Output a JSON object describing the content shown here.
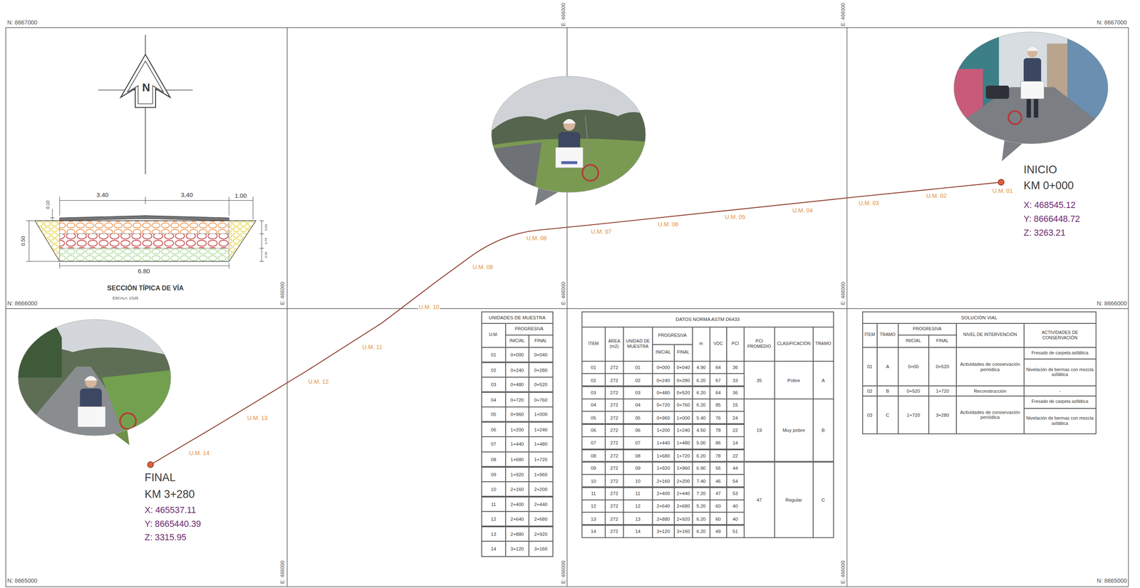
{
  "diagram": {
    "labels": [
      "N: 8667000",
      "N: 8667000",
      "N: 8666000",
      "N: 8666000",
      "N: 8665000",
      "N: 8665000",
      "E: 466000",
      "E: 466000",
      "E: 466000",
      "E: 466000",
      "E: 466000",
      "E: 466000",
      "E: 466000",
      "E: 466000",
      "N",
      "3.40",
      "3,40",
      "1.00",
      "0.10",
      "0.50",
      "0.50",
      "0.75",
      "0.50",
      "6.80",
      "SECCIÓN TÍPICA DE VÍA",
      "ESCALA: 1/125",
      "U.M. 01",
      "U.M. 02",
      "U.M. 03",
      "U.M. 04",
      "U.M. 05",
      "U.M. 06",
      "U.M. 07",
      "U.M. 08",
      "U.M. 09",
      "U.M. 10",
      "U.M. 11",
      "U.M. 12",
      "U.M. 13",
      "U.M. 14",
      "INICIO",
      "KM 0+000",
      "X: 468545.12",
      "Y: 8666448.72",
      "Z: 3263.21",
      "FINAL",
      "KM 3+280",
      "X: 465537.11",
      "Y: 8665440.39",
      "Z: 3315.95",
      "UNIDADES DE MUESTRA",
      "U.M.",
      "PROGRESIVA",
      "INICIAL",
      "FINAL",
      "01",
      "0+000",
      "0+040",
      "02",
      "0+240",
      "0+280",
      "03",
      "0+480",
      "0+520",
      "04",
      "0+720",
      "0+760",
      "05",
      "0+960",
      "1+000",
      "06",
      "1+200",
      "1+240",
      "07",
      "1+440",
      "1+480",
      "08",
      "1+680",
      "1+720",
      "09",
      "1+920",
      "1+960",
      "10",
      "2+160",
      "2+200",
      "11",
      "2+400",
      "2+440",
      "12",
      "2+640",
      "2+680",
      "13",
      "2+880",
      "2+920",
      "14",
      "3+120",
      "3+160",
      "DATOS NORMA ASTM D6433",
      "ÍTEM",
      "ÁREA (m2)",
      "UNIDAD DE MUESTRA",
      "PROGRESIVA",
      "INICIAL",
      "FINAL",
      "m",
      "VDC",
      "PCI",
      "PCI PROMEDIO",
      "CLASIFICACIÓN",
      "TRAMO",
      "01",
      "272",
      "01",
      "0+000",
      "0+040",
      "4.90",
      "64",
      "36",
      "35",
      "Pobre",
      "A",
      "02",
      "272",
      "02",
      "0+240",
      "0+280",
      "6.20",
      "67",
      "33",
      "03",
      "272",
      "03",
      "0+480",
      "0+520",
      "6.20",
      "64",
      "36",
      "04",
      "272",
      "04",
      "0+720",
      "0+760",
      "6.20",
      "85",
      "15",
      "19",
      "Muy pobre",
      "B",
      "05",
      "272",
      "05",
      "0+960",
      "1+000",
      "5.40",
      "76",
      "24",
      "06",
      "272",
      "06",
      "1+200",
      "1+240",
      "4.50",
      "78",
      "22",
      "07",
      "272",
      "07",
      "1+440",
      "1+480",
      "5.00",
      "86",
      "14",
      "08",
      "272",
      "08",
      "1+680",
      "1+720",
      "6.20",
      "78",
      "22",
      "09",
      "272",
      "09",
      "1+920",
      "1+960",
      "6.90",
      "56",
      "44",
      "47",
      "Regular",
      "C",
      "10",
      "272",
      "10",
      "2+160",
      "2+200",
      "7.40",
      "46",
      "54",
      "11",
      "272",
      "11",
      "2+400",
      "2+440",
      "7.20",
      "47",
      "53",
      "12",
      "272",
      "12",
      "2+640",
      "2+680",
      "5.20",
      "60",
      "40",
      "13",
      "272",
      "13",
      "2+880",
      "2+920",
      "6.20",
      "60",
      "40",
      "14",
      "272",
      "14",
      "3+120",
      "3+160",
      "6.20",
      "49",
      "51",
      "SOLUCIÓN VIAL",
      "ÍTEM",
      "TRAMO",
      "PROGRESIVA",
      "NIVEL DE INTERVENCIÓN",
      "ACTIVIDADES DE CONSERVACIÓN",
      "INICIAL",
      "FINAL",
      "01",
      "A",
      "0+00",
      "0+520",
      "Actividades de conservación periódica",
      "Fresado de carpeta asfáltica",
      "Nivelación de bermas con mezcla asfáltica",
      "02",
      "B",
      "0+520",
      "1+720",
      "Reconstrucción",
      "-",
      "03",
      "C",
      "1+720",
      "3+280",
      "Actividades de conservación periódica",
      "Fresado de carpeta asfáltica",
      "Nivelación de bermas con mezcla asfáltica"
    ]
  }
}
